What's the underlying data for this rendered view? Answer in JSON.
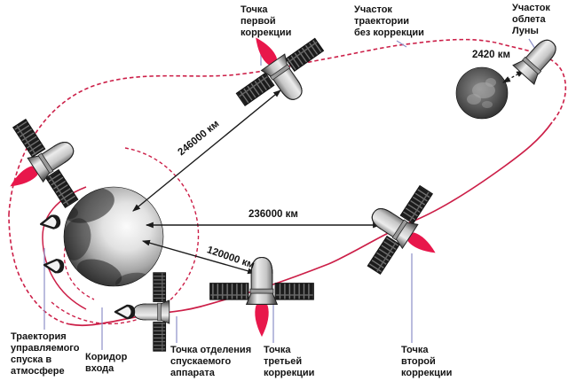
{
  "diagram": {
    "description_labels": {
      "first_correction": "Точка\nпервой\nкоррекции",
      "no_correction": "Участок\nтраектории\nбез коррекции",
      "lunar_flyby": "Участок\nоблета\nЛуны",
      "descent_trajectory": "Траектория\nуправляемого\nспуска в\nатмосфере",
      "entry_corridor": "Коридор\nвхода",
      "separation_point": "Точка отделения\nспускаемого\nаппарата",
      "third_correction": "Точка\nтретьей\nкоррекции",
      "second_correction": "Точка\nвторой\nкоррекции"
    },
    "distance_labels": {
      "flyby_distance": "2420 км",
      "dist_earth_first_correction": "246000 км",
      "dist_earth_second_correction": "236000 км",
      "dist_earth_third_correction": "120000 км"
    },
    "colors": {
      "trajectory_red": "#cc1f48",
      "flame_red": "#e8174b",
      "leader_blue": "#8d90c8",
      "arrow_black": "#1a1a1a",
      "background": "#ffffff"
    },
    "icons": [
      "earth",
      "moon",
      "spacecraft-icon",
      "descent-capsule-icon",
      "trajectory-path",
      "distance-arrow",
      "leader-line"
    ]
  }
}
